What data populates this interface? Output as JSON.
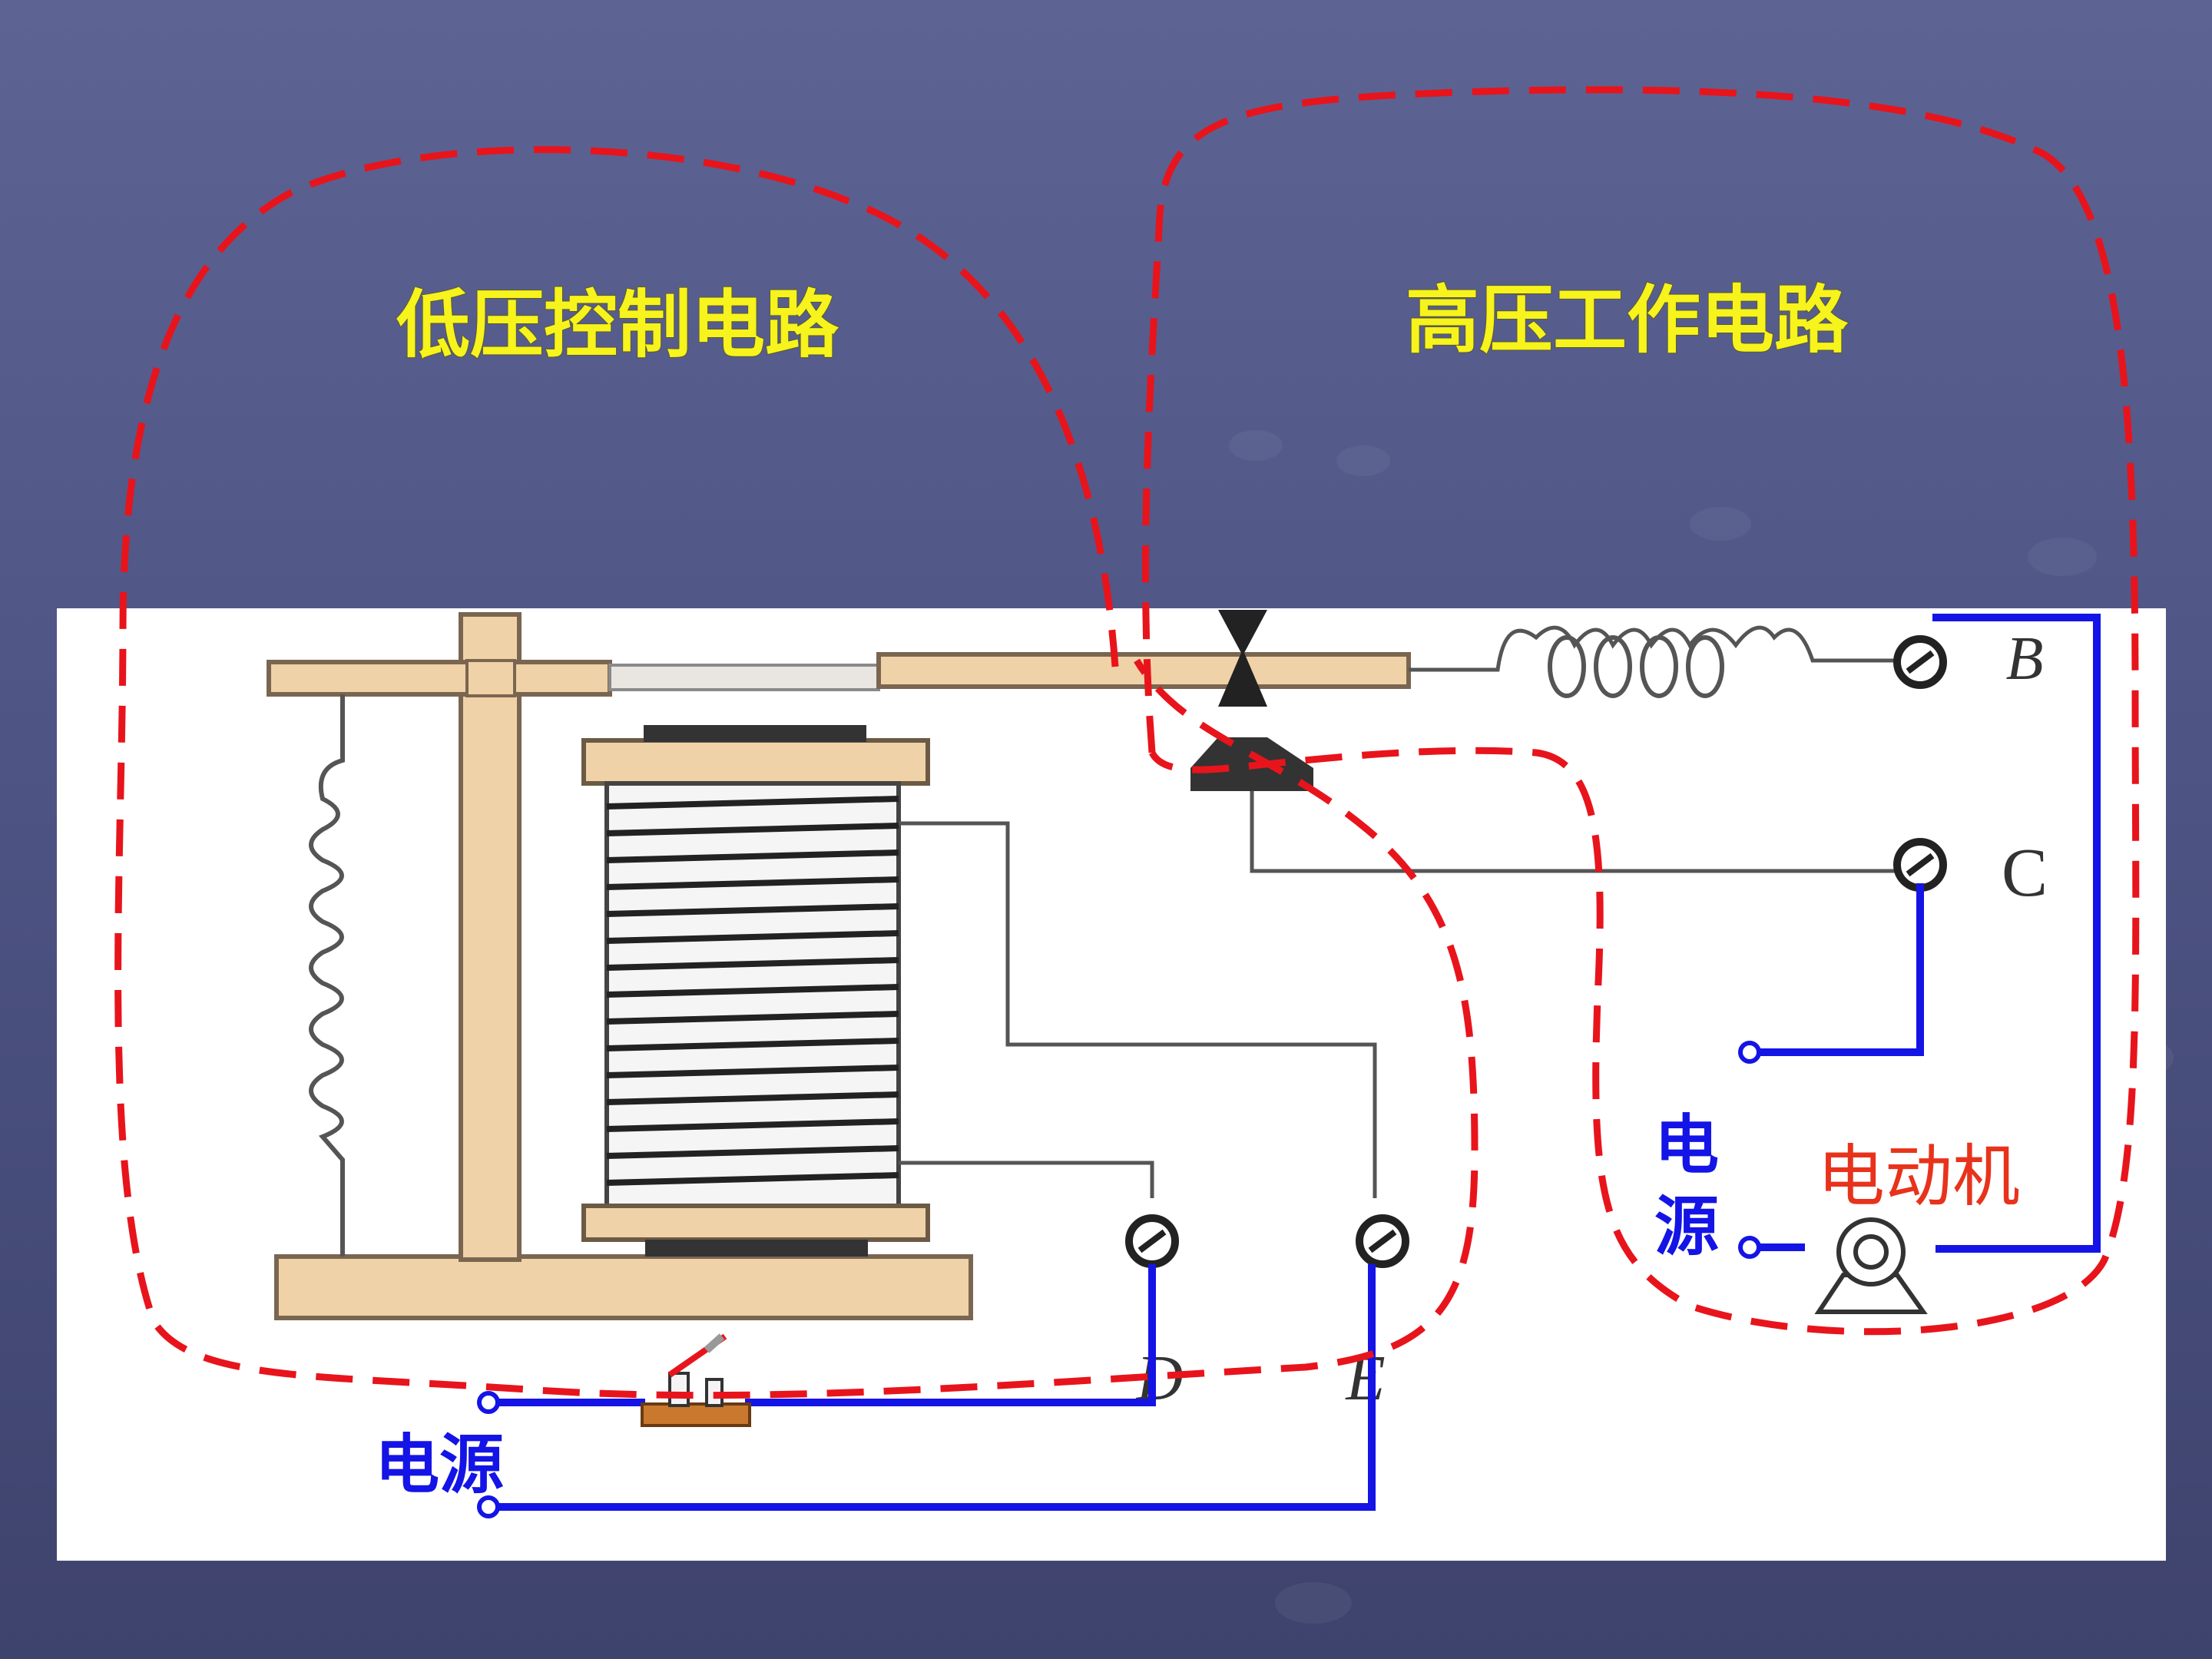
{
  "slide": {
    "low_voltage_circuit_label": "低压控制电路",
    "high_voltage_circuit_label": "高压工作电路"
  },
  "diagram": {
    "terminals": {
      "B": "B",
      "C": "C",
      "D": "D",
      "E": "E"
    },
    "power_source_low": "电源",
    "power_source_high_top": "电",
    "power_source_high_bottom": "源",
    "motor_label": "电动机"
  },
  "colors": {
    "title_text": "#f7f31c",
    "dashed_region": "#e8141c",
    "wire": "#1414e6",
    "motor_label": "#e8331c",
    "wood": "#f0d2a8",
    "background": "#575d8e"
  }
}
